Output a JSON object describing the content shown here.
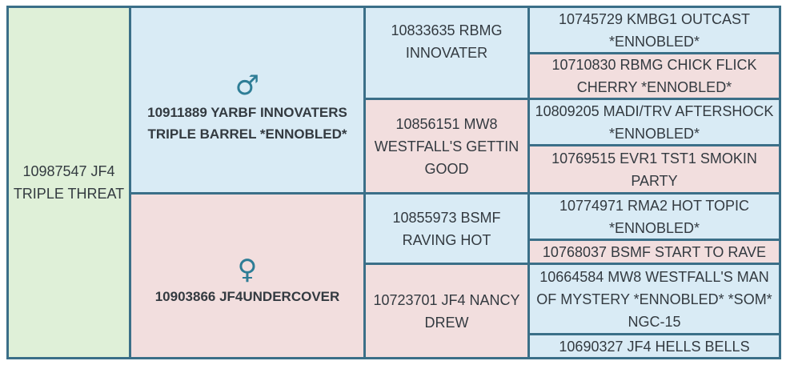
{
  "subject": {
    "name": "10987547 JF4 TRIPLE THREAT"
  },
  "sire": {
    "symbol": "♂",
    "name": "10911889 YARBF INNOVATERS TRIPLE BARREL *ENNOBLED*"
  },
  "dam": {
    "symbol": "♀",
    "name": "10903866 JF4UNDERCOVER"
  },
  "grandparents": {
    "sire_sire": "10833635 RBMG INNOVATER",
    "sire_dam": "10856151 MW8 WESTFALL'S GETTIN GOOD",
    "dam_sire": "10855973 BSMF RAVING HOT",
    "dam_dam": "10723701 JF4 NANCY DREW"
  },
  "great_grandparents": [
    "10745729 KMBG1 OUTCAST *ENNOBLED*",
    "10710830 RBMG CHICK FLICK CHERRY *ENNOBLED*",
    "10809205 MADI/TRV AFTERSHOCK *ENNOBLED*",
    "10769515 EVR1 TST1 SMOKIN PARTY",
    "10774971 RMA2 HOT TOPIC *ENNOBLED*",
    "10768037 BSMF START TO RAVE",
    "10664584 MW8 WESTFALL'S MAN OF MYSTERY *ENNOBLED* *SOM* NGC-15",
    "10690327 JF4 HELLS BELLS"
  ],
  "colors": {
    "border": "#3b6f88",
    "subject_bg": "#dff0d8",
    "male_bg": "#d9ebf5",
    "female_bg": "#f2dede",
    "symbol": "#2e7d96"
  }
}
